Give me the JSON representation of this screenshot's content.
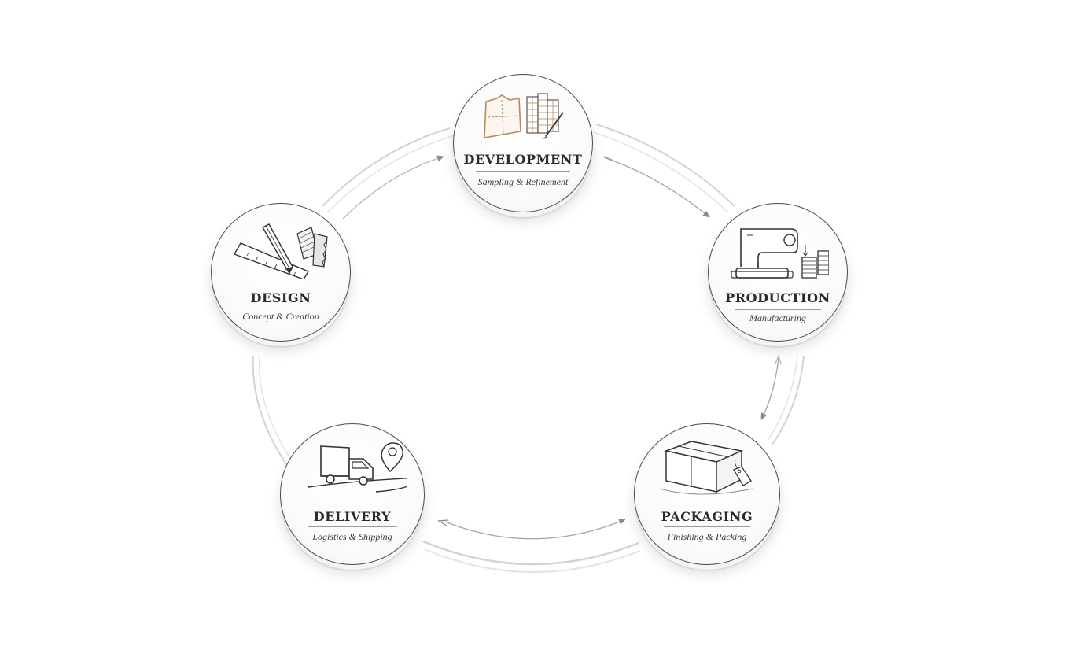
{
  "stages": {
    "development": {
      "title": "DEVELOPMENT",
      "subtitle": "Sampling & Refinement",
      "icon": "pattern-and-ruler-icon"
    },
    "production": {
      "title": "PRODUCTION",
      "subtitle": "Manufacturing",
      "icon": "sewing-machine-icon"
    },
    "packaging": {
      "title": "PACKAGING",
      "subtitle": "Finishing & Packing",
      "icon": "box-with-tag-icon"
    },
    "delivery": {
      "title": "DELIVERY",
      "subtitle": "Logistics & Shipping",
      "icon": "delivery-truck-icon"
    },
    "design": {
      "title": "DESIGN",
      "subtitle": "Concept & Creation",
      "icon": "pencil-ruler-swatch-icon"
    }
  },
  "colors": {
    "outline": "#4a4a4a",
    "connector": "#b5b5b5",
    "accent": "#b58a5c"
  }
}
